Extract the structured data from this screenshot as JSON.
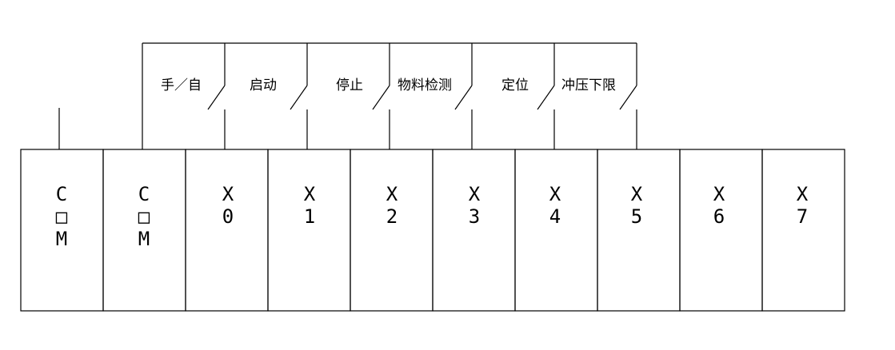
{
  "terminals": [
    {
      "line1": "C",
      "line2": "□",
      "line3": "M"
    },
    {
      "line1": "C",
      "line2": "□",
      "line3": "M"
    },
    {
      "line1": "X",
      "line2": "0",
      "line3": ""
    },
    {
      "line1": "X",
      "line2": "1",
      "line3": ""
    },
    {
      "line1": "X",
      "line2": "2",
      "line3": ""
    },
    {
      "line1": "X",
      "line2": "3",
      "line3": ""
    },
    {
      "line1": "X",
      "line2": "4",
      "line3": ""
    },
    {
      "line1": "X",
      "line2": "5",
      "line3": ""
    },
    {
      "line1": "X",
      "line2": "6",
      "line3": ""
    },
    {
      "line1": "X",
      "line2": "7",
      "line3": ""
    }
  ],
  "switches": [
    {
      "label": "手／自"
    },
    {
      "label": "启动"
    },
    {
      "label": "停止"
    },
    {
      "label": "物料检测"
    },
    {
      "label": "定位"
    },
    {
      "label": "冲压下限"
    }
  ]
}
